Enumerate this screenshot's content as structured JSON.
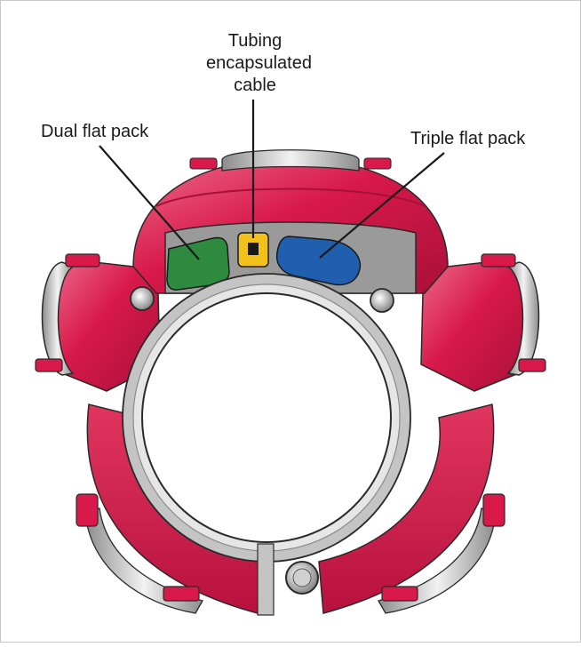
{
  "labels": {
    "tubing": [
      "Tubing",
      "encapsulated",
      "cable"
    ],
    "dual": "Dual flat pack",
    "triple": "Triple flat pack"
  },
  "colors": {
    "body_red": "#d8194a",
    "body_dark": "#a8103a",
    "body_light": "#ee6b8c",
    "outline": "#2a2a2a",
    "steel": "#bdbdbd",
    "steel_light": "#ececec",
    "channel_gray": "#9a9a9a",
    "dual_flat_pack": "#2e8a3e",
    "tubing_cable": "#f2c21a",
    "triple_flat_pack": "#1f5fae"
  }
}
